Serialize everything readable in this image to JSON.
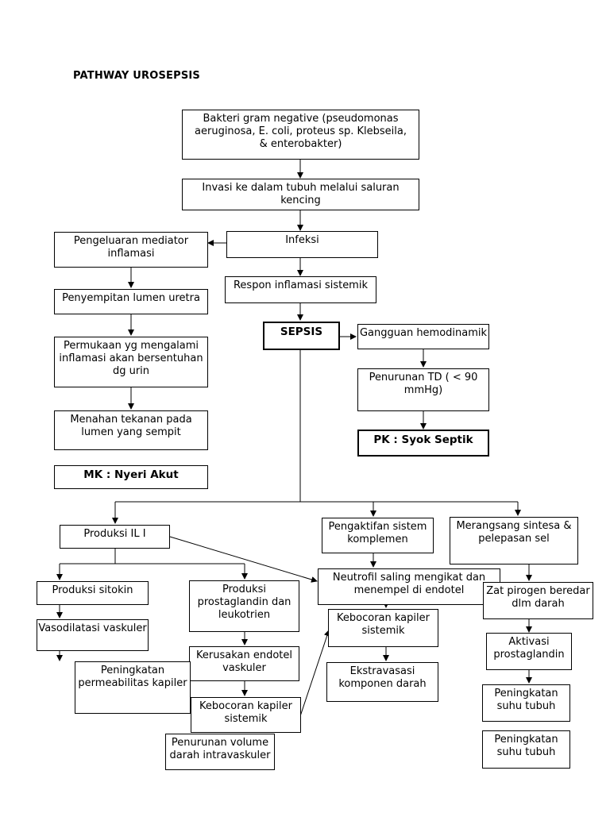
{
  "title": "PATHWAY UROSEPSIS",
  "nodes": {
    "bakteri": "Bakteri gram negative (pseudomonas aeruginosa, E. coli, proteus sp. Klebseila, & enterobakter)",
    "invasi": "Invasi ke dalam tubuh melalui saluran kencing",
    "infeksi": "Infeksi",
    "mediator": "Pengeluaran mediator inflamasi",
    "respon": "Respon inflamasi sistemik",
    "penyempitan": "Penyempitan lumen uretra",
    "permukaan": "Permukaan yg mengalami inflamasi akan bersentuhan dg urin",
    "menahan": "Menahan tekanan pada lumen yang sempit",
    "mk_nyeri": "MK : Nyeri Akut",
    "sepsis": "SEPSIS",
    "gangguan": "Gangguan hemodinamik",
    "penurunan_td": "Penurunan TD ( < 90 mmHg)",
    "pk_syok": "PK : Syok Septik",
    "il1": "Produksi IL I",
    "pengaktifan": "Pengaktifan sistem komplemen",
    "merangsang": "Merangsang sintesa & pelepasan sel",
    "sitokin": "Produksi sitokin",
    "prostaglandin": "Produksi prostaglandin dan leukotrien",
    "neutrofil": "Neutrofil saling mengikat dan menempel di endotel",
    "zat_pirogen": "Zat pirogen beredar dlm darah",
    "vasodilatasi": "Vasodilatasi vaskuler",
    "kebocoran1": "Kebocoran kapiler sistemik",
    "kerusakan": "Kerusakan endotel vaskuler",
    "aktivasi": "Aktivasi prostaglandin",
    "permeabilitas": "Peningkatan permeabilitas kapiler",
    "ekstravasasi": "Ekstravasasi komponen darah",
    "kebocoran2": "Kebocoran kapiler sistemik",
    "suhu1": "Peningkatan suhu tubuh",
    "penurunan_vol": "Penurunan volume darah intravaskuler",
    "suhu2": "Peningkatan suhu tubuh"
  }
}
